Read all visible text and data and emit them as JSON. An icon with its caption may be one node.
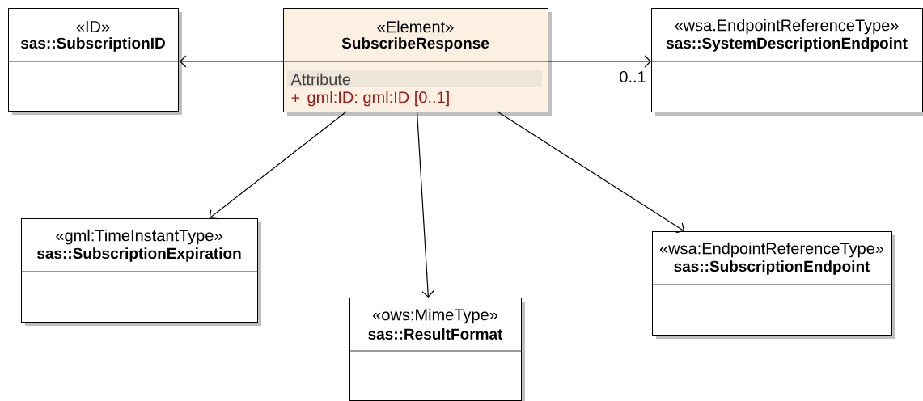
{
  "diagram": {
    "nodes": [
      {
        "text": [
          "«Element»",
          "SubscribeResponse",
          "Attribute",
          "+",
          "gml:ID:  gml:ID [0..1]"
        ]
      },
      {
        "text": [
          "«ID»",
          "sas::SubscriptionID"
        ]
      },
      {
        "text": [
          "«wsa.EndpointReferenceType»",
          "sas::SystemDescriptionEndpoint"
        ]
      },
      {
        "text": [
          "«gml:TimeInstantType»",
          "sas::SubscriptionExpiration"
        ]
      },
      {
        "text": [
          "«ows:MimeType»",
          "sas::ResultFormat"
        ]
      },
      {
        "text": [
          "«wsa:EndpointReferenceType»",
          "sas::SubscriptionEndpoint"
        ]
      }
    ],
    "edges": [
      {
        "from": 0,
        "to": 1,
        "arrow": "to"
      },
      {
        "from": 0,
        "to": 2,
        "arrow": "to",
        "label": "0..1"
      },
      {
        "from": 0,
        "to": 3,
        "arrow": "to"
      },
      {
        "from": 0,
        "to": 4,
        "arrow": "to"
      },
      {
        "from": 0,
        "to": 5,
        "arrow": "to"
      }
    ]
  }
}
